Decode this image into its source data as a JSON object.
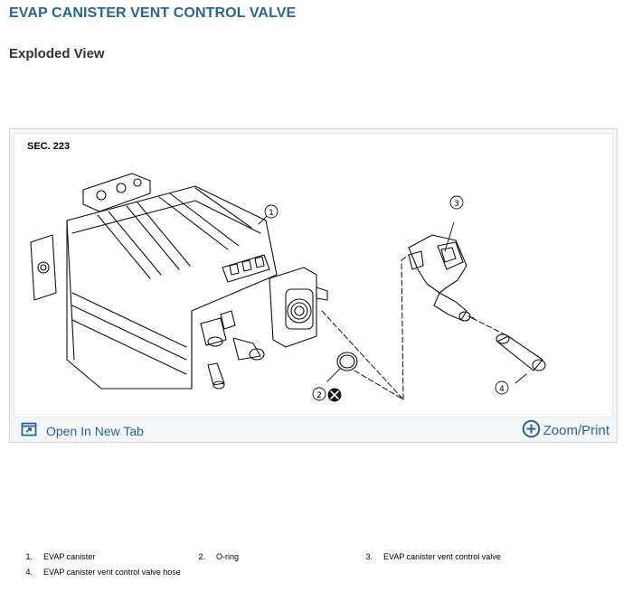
{
  "page": {
    "title": "EVAP CANISTER VENT CONTROL VALVE",
    "section": "Exploded View"
  },
  "figure": {
    "section_code": "SEC. 223",
    "callouts": [
      "1",
      "2",
      "3",
      "4"
    ],
    "open_tab_label": "Open In New Tab",
    "zoom_label": "Zoom/Print"
  },
  "legend": [
    {
      "num": "1.",
      "label": "EVAP canister"
    },
    {
      "num": "2.",
      "label": "O-ring"
    },
    {
      "num": "3.",
      "label": "EVAP canister vent control valve"
    },
    {
      "num": "4.",
      "label": "EVAP canister vent control valve hose"
    }
  ],
  "colors": {
    "title": "#2a6496",
    "link": "#2a6496",
    "panel_border": "#cfd6dc"
  }
}
